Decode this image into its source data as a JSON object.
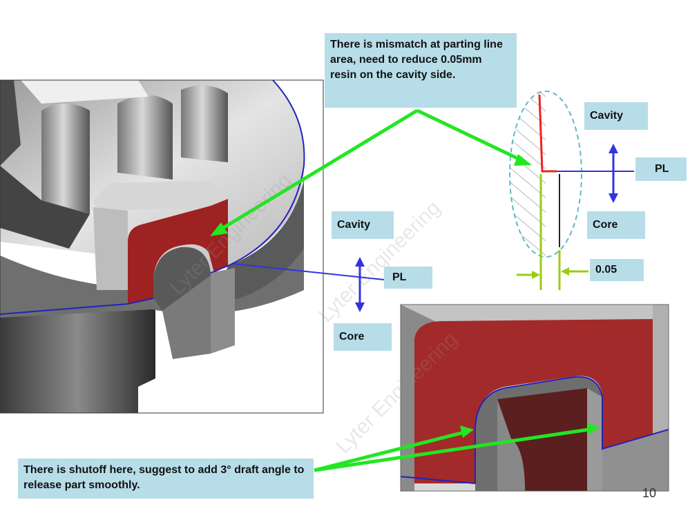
{
  "callouts": {
    "top_note": "There is mismatch at parting line area, need to reduce 0.05mm resin on the cavity side.",
    "bottom_note": "There is shutoff here, suggest to add 3° draft angle to release part smoothly."
  },
  "labels": {
    "cavity_right": "Cavity",
    "pl_right": "PL",
    "core_right": "Core",
    "dimension": "0.05",
    "cavity_mid": "Cavity",
    "pl_mid": "PL",
    "core_mid": "Core"
  },
  "watermark": "Lyter Engineering",
  "page_number": "10",
  "colors": {
    "callout_bg": "#b7dde8",
    "arrow_green": "#22e622",
    "pl_blue": "#3333dd",
    "shutoff_red": "#9e2222",
    "cavity_red": "#ee2222",
    "core_green": "#99cc11",
    "dash_teal": "#5fb7c7"
  }
}
